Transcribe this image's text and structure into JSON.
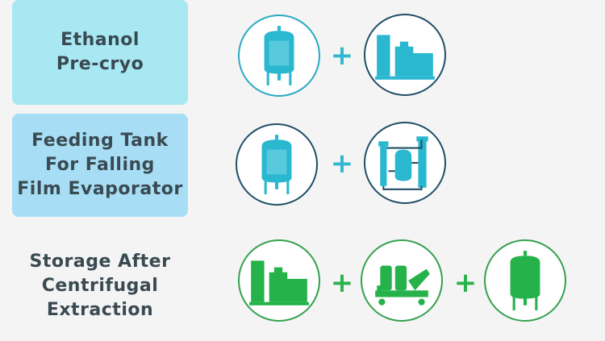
{
  "rows": [
    {
      "label": "Ethanol\nPre-cryo",
      "plus": "+",
      "icons": [
        "jacketed-tank-icon",
        "cryo-machine-icon"
      ]
    },
    {
      "label": "Feeding Tank\nFor Falling\nFilm Evaporator",
      "plus": "+",
      "icons": [
        "feeding-tank-icon",
        "falling-film-evaporator-icon"
      ]
    },
    {
      "label": "Storage After\nCentrifugal\nExtraction",
      "plus_1": "+",
      "plus_2": "+",
      "icons": [
        "cryo-machine-icon",
        "centrifuge-icon",
        "storage-tank-icon"
      ]
    }
  ],
  "colors": {
    "box1": "#a8e8f3",
    "box2": "#a7def5",
    "cyan_icon": "#2ab7d0",
    "dark_outline": "#1f4f66",
    "green_icon": "#25b24a",
    "label_text": "#3a4a52"
  }
}
